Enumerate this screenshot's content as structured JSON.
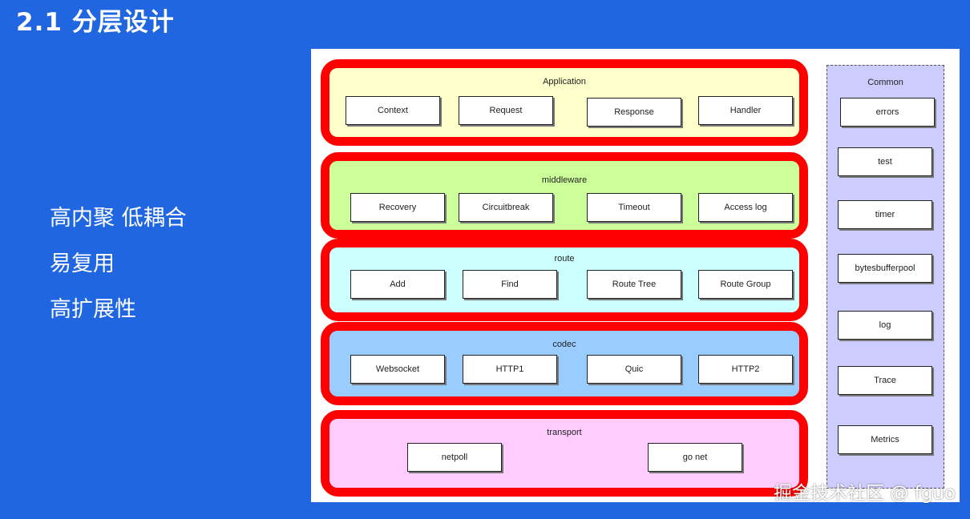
{
  "slide": {
    "title": "2.1 分层设计",
    "bullets": [
      "高内聚 低耦合",
      "易复用",
      "高扩展性"
    ],
    "watermark": "掘金技术社区 @ fguo"
  },
  "diagram": {
    "layers": [
      {
        "label": "Application",
        "color": "#ffffcc",
        "items": [
          "Context",
          "Request",
          "Response",
          "Handler"
        ]
      },
      {
        "label": "middleware",
        "color": "#ccff99",
        "items": [
          "Recovery",
          "Circuitbreak",
          "Timeout",
          "Access log"
        ]
      },
      {
        "label": "route",
        "color": "#ccffff",
        "items": [
          "Add",
          "Find",
          "Route Tree",
          "Route Group"
        ]
      },
      {
        "label": "codec",
        "color": "#99ccff",
        "items": [
          "Websocket",
          "HTTP1",
          "Quic",
          "HTTP2"
        ]
      },
      {
        "label": "transport",
        "color": "#ffccff",
        "items": [
          "netpoll",
          "go net"
        ]
      }
    ],
    "common": {
      "label": "Common",
      "color": "#ccccff",
      "items": [
        "errors",
        "test",
        "timer",
        "bytesbufferpool",
        "log",
        "Trace",
        "Metrics"
      ]
    },
    "layer_border_color": "#ff0000"
  }
}
